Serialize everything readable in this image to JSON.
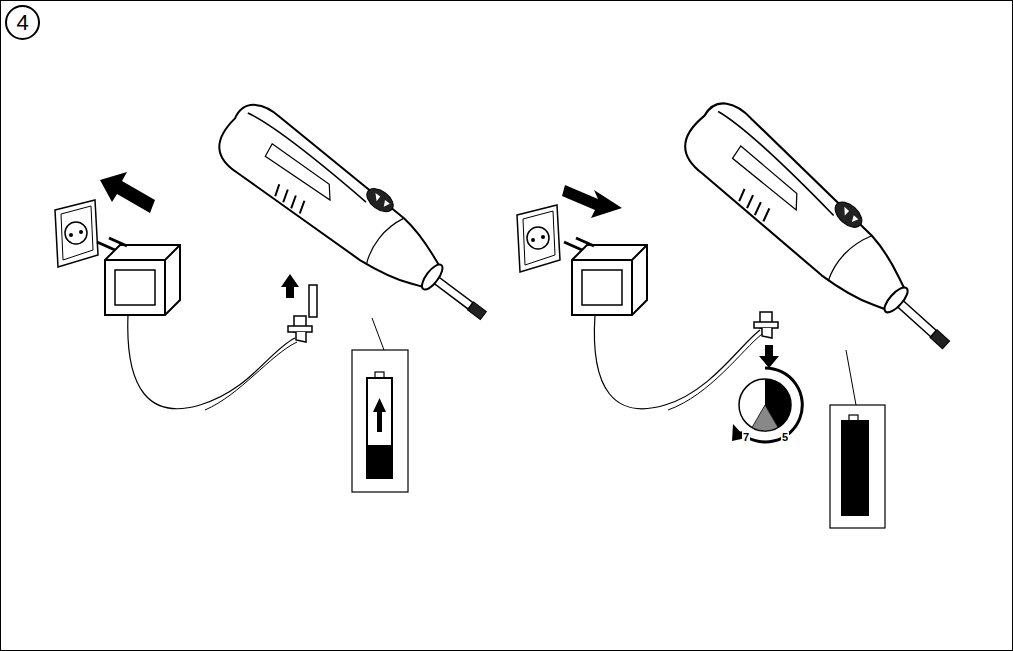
{
  "diagram": {
    "nodes": [
      {
        "text": [
          "4"
        ]
      }
    ],
    "labels": [
      "7",
      "5"
    ]
  }
}
